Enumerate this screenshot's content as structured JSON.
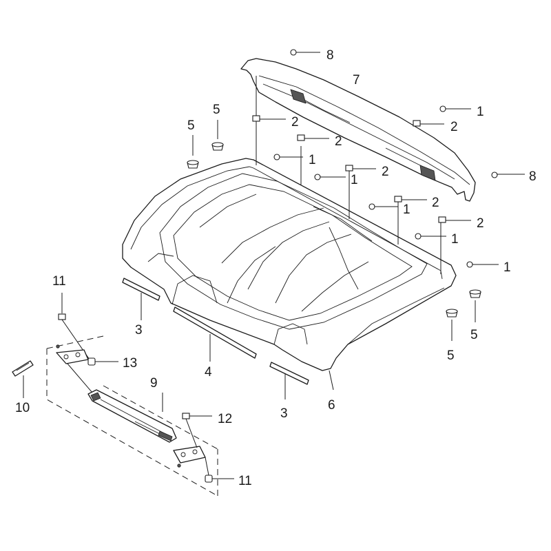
{
  "diagram": {
    "callouts": [
      {
        "id": "c-8a",
        "label": "8"
      },
      {
        "id": "c-7",
        "label": "7"
      },
      {
        "id": "c-1a",
        "label": "1"
      },
      {
        "id": "c-2a",
        "label": "2"
      },
      {
        "id": "c-5a",
        "label": "5"
      },
      {
        "id": "c-5b",
        "label": "5"
      },
      {
        "id": "c-2b",
        "label": "2"
      },
      {
        "id": "c-2c",
        "label": "2"
      },
      {
        "id": "c-1b",
        "label": "1"
      },
      {
        "id": "c-2d",
        "label": "2"
      },
      {
        "id": "c-1c",
        "label": "1"
      },
      {
        "id": "c-8b",
        "label": "8"
      },
      {
        "id": "c-2e",
        "label": "2"
      },
      {
        "id": "c-1d",
        "label": "1"
      },
      {
        "id": "c-2f",
        "label": "2"
      },
      {
        "id": "c-1e",
        "label": "1"
      },
      {
        "id": "c-1f",
        "label": "1"
      },
      {
        "id": "c-11a",
        "label": "11"
      },
      {
        "id": "c-3a",
        "label": "3"
      },
      {
        "id": "c-5c",
        "label": "5"
      },
      {
        "id": "c-5d",
        "label": "5"
      },
      {
        "id": "c-13",
        "label": "13"
      },
      {
        "id": "c-4",
        "label": "4"
      },
      {
        "id": "c-9",
        "label": "9"
      },
      {
        "id": "c-10",
        "label": "10"
      },
      {
        "id": "c-6",
        "label": "6"
      },
      {
        "id": "c-3b",
        "label": "3"
      },
      {
        "id": "c-12",
        "label": "12"
      },
      {
        "id": "c-11b",
        "label": "11"
      }
    ]
  }
}
